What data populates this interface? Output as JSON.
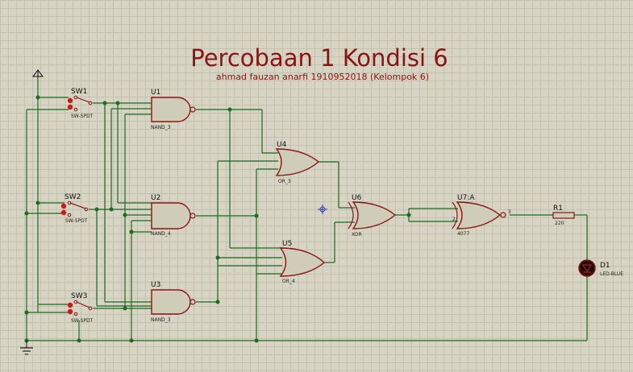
{
  "title": "Percobaan 1 Kondisi 6",
  "subtitle": "ahmad fauzan anarfi 1910952018 (Kelompok 6)",
  "components": {
    "sw1": {
      "ref": "SW1",
      "type": "SW-SPDT"
    },
    "sw2": {
      "ref": "SW2",
      "type": "SW-SPDT"
    },
    "sw3": {
      "ref": "SW3",
      "type": "SW-SPDT"
    },
    "u1": {
      "ref": "U1",
      "type": "NAND_3"
    },
    "u2": {
      "ref": "U2",
      "type": "NAND_4"
    },
    "u3": {
      "ref": "U3",
      "type": "NAND_3"
    },
    "u4": {
      "ref": "U4",
      "type": "OR_3"
    },
    "u5": {
      "ref": "U5",
      "type": "OR_4"
    },
    "u6": {
      "ref": "U6",
      "type": "XOR"
    },
    "u7": {
      "ref": "U7:A",
      "type": "4077",
      "pin_in": "2",
      "pin_out": "3"
    },
    "r1": {
      "ref": "R1",
      "value": "220"
    },
    "d1": {
      "ref": "D1",
      "type": "LED-BLUE"
    }
  },
  "colors": {
    "wire": "#1b6b22",
    "gate_outline": "#8a1414",
    "gate_fill": "#cfcdb8",
    "title": "#8a1414",
    "switch_contact": "#cc1a1a"
  },
  "icons": {
    "power": "power-terminal-icon",
    "ground": "ground-icon",
    "probe": "crosshair-probe-icon"
  }
}
